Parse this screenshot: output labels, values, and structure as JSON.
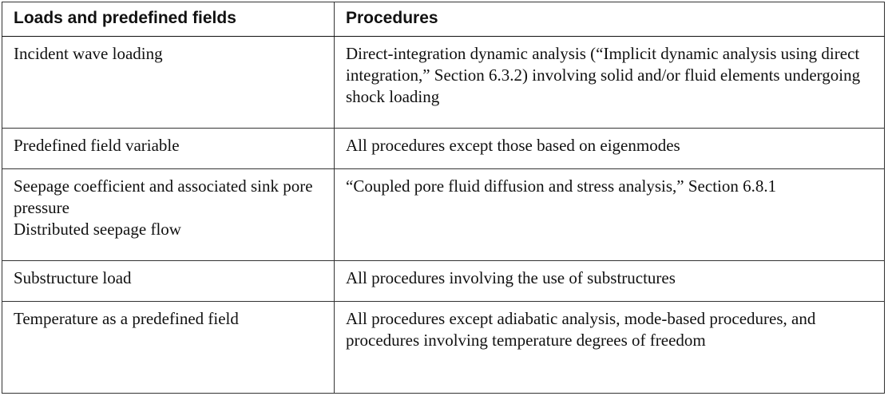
{
  "table": {
    "headers": [
      "Loads and predefined fields",
      "Procedures"
    ],
    "rows": [
      {
        "load": [
          "Incident wave loading"
        ],
        "procedure": "Direct-integration dynamic analysis (“Implicit dynamic analysis using direct integration,” Section 6.3.2) involving solid and/or fluid elements undergoing shock loading"
      },
      {
        "load": [
          "Predefined field variable"
        ],
        "procedure": "All procedures except those based on eigenmodes"
      },
      {
        "load": [
          "Seepage coefficient and associated sink pore pressure",
          "Distributed seepage flow"
        ],
        "procedure": "“Coupled pore fluid diffusion and stress analysis,” Section 6.8.1"
      },
      {
        "load": [
          "Substructure load"
        ],
        "procedure": "All procedures involving the use of substructures"
      },
      {
        "load": [
          "Temperature as a predefined field"
        ],
        "procedure": "All procedures except adiabatic analysis, mode-based procedures, and procedures involving temperature degrees of freedom"
      }
    ]
  }
}
